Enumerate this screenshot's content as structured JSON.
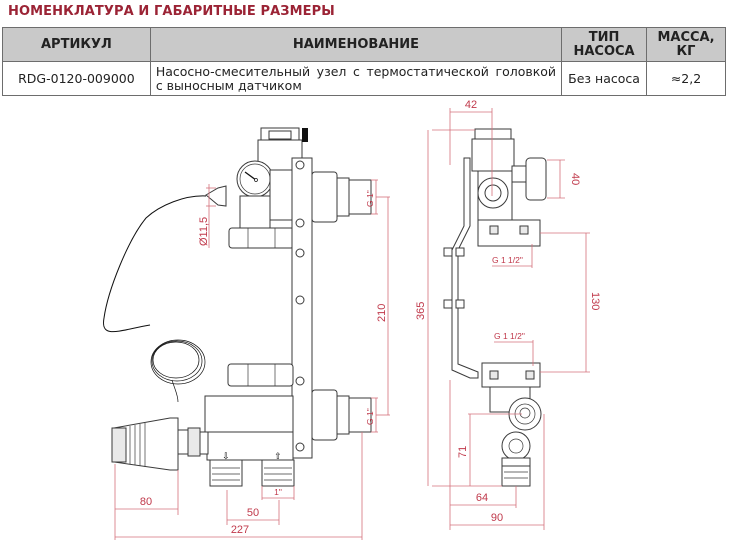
{
  "title": "НОМЕНКЛАТУРА И ГАБАРИТНЫЕ РАЗМЕРЫ",
  "table": {
    "headers": {
      "article": "АРТИКУЛ",
      "name": "НАИМЕНОВАНИЕ",
      "pump_type_line1": "ТИП",
      "pump_type_line2": "НАСОСА",
      "mass_line1": "МАССА,",
      "mass_line2": "КГ"
    },
    "rows": [
      {
        "article": "RDG-0120-009000",
        "name": "Насосно-смесительный узел с термостатической головкой с выносным датчиком",
        "pump_type": "Без насоса",
        "mass": "≈2,2"
      }
    ]
  },
  "drawing": {
    "front_view": {
      "sensor_diameter": "Ø11,5",
      "thread_top": "G 1\"",
      "thread_bottom": "G 1\"",
      "height_between_ports": "210",
      "head_length": "80",
      "outlet_spacing": "50",
      "outlet_thread": "1\"",
      "total_width": "227"
    },
    "side_view": {
      "top_offset": "42",
      "gauge_diameter": "40",
      "thread_upper": "G 1 1/2\"",
      "thread_lower": "G 1 1/2\"",
      "total_height": "365",
      "pump_height": "130",
      "lower_height": "71",
      "depth_outlet": "64",
      "depth_total": "90"
    },
    "colors": {
      "dimension": "#c0394b",
      "title": "#9b2335",
      "header_bg": "#c9c9c9"
    }
  }
}
